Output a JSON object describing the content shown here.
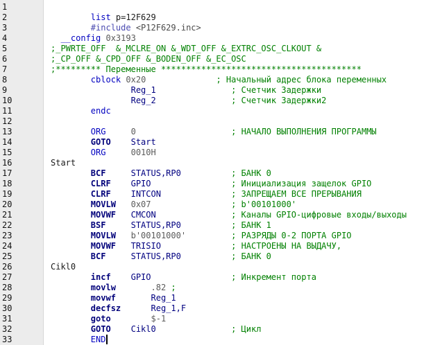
{
  "editor": {
    "language": "PIC assembler",
    "cursor_line": 33,
    "colors": {
      "keyword": "#0000c0",
      "keyword_bold": "#00007a",
      "directive": "#4a4ab0",
      "comment": "#008000",
      "number": "#5a5a5a",
      "string": "#4a4a4a",
      "text": "#1a1a1a",
      "gutter": "#ececec"
    },
    "lines": [
      {
        "n": "1",
        "t": []
      },
      {
        "n": "2",
        "t": [
          [
            "s",
            "        "
          ],
          [
            "kw",
            "list"
          ],
          [
            "s",
            " p=12F629"
          ]
        ]
      },
      {
        "n": "3",
        "t": [
          [
            "s",
            "        "
          ],
          [
            "dir",
            "#include"
          ],
          [
            "s",
            " "
          ],
          [
            "str",
            "<P12F629.inc>"
          ]
        ]
      },
      {
        "n": "4",
        "t": [
          [
            "s",
            "  "
          ],
          [
            "kw",
            "__config"
          ],
          [
            "s",
            " "
          ],
          [
            "num",
            "0x3193"
          ]
        ]
      },
      {
        "n": "5",
        "t": [
          [
            "com",
            ";_PWRTE_OFF  &_MCLRE_ON &_WDT_OFF &_EXTRC_OSC_CLKOUT &"
          ]
        ]
      },
      {
        "n": "6",
        "t": [
          [
            "com",
            ";_CP_OFF &_CPD_OFF &_BODEN_OFF &_EC_OSC"
          ]
        ]
      },
      {
        "n": "7",
        "t": [
          [
            "com",
            ";********* Переменные ****************************************"
          ]
        ]
      },
      {
        "n": "8",
        "t": [
          [
            "s",
            "        "
          ],
          [
            "kw",
            "cblock"
          ],
          [
            "s",
            " "
          ],
          [
            "num",
            "0x20"
          ],
          [
            "s",
            "              "
          ],
          [
            "com",
            "; Начальный адрес блока переменных"
          ]
        ]
      },
      {
        "n": "9",
        "t": [
          [
            "s",
            "                "
          ],
          [
            "ind",
            "Reg_1"
          ],
          [
            "s",
            "               "
          ],
          [
            "com",
            "; Счетчик Задержки"
          ]
        ]
      },
      {
        "n": "10",
        "t": [
          [
            "s",
            "                "
          ],
          [
            "ind",
            "Reg_2"
          ],
          [
            "s",
            "               "
          ],
          [
            "com",
            "; Счетчик Задержки2"
          ]
        ]
      },
      {
        "n": "11",
        "t": [
          [
            "s",
            "        "
          ],
          [
            "kw",
            "endc"
          ]
        ]
      },
      {
        "n": "12",
        "t": []
      },
      {
        "n": "13",
        "t": [
          [
            "s",
            "        "
          ],
          [
            "kw",
            "ORG"
          ],
          [
            "s",
            "     "
          ],
          [
            "num",
            "0"
          ],
          [
            "s",
            "                   "
          ],
          [
            "com",
            "; НАЧАЛО ВЫПОЛНЕНИЯ ПРОГРАММЫ"
          ]
        ]
      },
      {
        "n": "14",
        "t": [
          [
            "s",
            "        "
          ],
          [
            "kwb",
            "GOTO"
          ],
          [
            "s",
            "    "
          ],
          [
            "ind",
            "Start"
          ]
        ]
      },
      {
        "n": "15",
        "t": [
          [
            "s",
            "        "
          ],
          [
            "kw",
            "ORG"
          ],
          [
            "s",
            "     "
          ],
          [
            "num",
            "0010H"
          ]
        ]
      },
      {
        "n": "16",
        "t": [
          [
            "txt",
            "Start"
          ]
        ]
      },
      {
        "n": "17",
        "t": [
          [
            "s",
            "        "
          ],
          [
            "kwb",
            "BCF"
          ],
          [
            "s",
            "     "
          ],
          [
            "ind",
            "STATUS,RP0"
          ],
          [
            "s",
            "          "
          ],
          [
            "com",
            "; БАНК 0"
          ]
        ]
      },
      {
        "n": "18",
        "t": [
          [
            "s",
            "        "
          ],
          [
            "kwb",
            "CLRF"
          ],
          [
            "s",
            "    "
          ],
          [
            "ind",
            "GPIO"
          ],
          [
            "s",
            "                "
          ],
          [
            "com",
            "; Инициализация защелок GPIO"
          ]
        ]
      },
      {
        "n": "19",
        "t": [
          [
            "s",
            "        "
          ],
          [
            "kwb",
            "CLRF"
          ],
          [
            "s",
            "    "
          ],
          [
            "ind",
            "INTCON"
          ],
          [
            "s",
            "              "
          ],
          [
            "com",
            "; ЗАПРЕЩАЕМ ВСЕ ПРЕРЫВАНИЯ"
          ]
        ]
      },
      {
        "n": "20",
        "t": [
          [
            "s",
            "        "
          ],
          [
            "kwb",
            "MOVLW"
          ],
          [
            "s",
            "   "
          ],
          [
            "num",
            "0x07"
          ],
          [
            "s",
            "                "
          ],
          [
            "com",
            "; b'00101000'"
          ]
        ]
      },
      {
        "n": "21",
        "t": [
          [
            "s",
            "        "
          ],
          [
            "kwb",
            "MOVWF"
          ],
          [
            "s",
            "   "
          ],
          [
            "ind",
            "CMCON"
          ],
          [
            "s",
            "               "
          ],
          [
            "com",
            "; Каналы GPIO-цифровые входы/выходы"
          ]
        ]
      },
      {
        "n": "22",
        "t": [
          [
            "s",
            "        "
          ],
          [
            "kwb",
            "BSF"
          ],
          [
            "s",
            "     "
          ],
          [
            "ind",
            "STATUS,RP0"
          ],
          [
            "s",
            "          "
          ],
          [
            "com",
            "; БАНК 1"
          ]
        ]
      },
      {
        "n": "23",
        "t": [
          [
            "s",
            "        "
          ],
          [
            "kwb",
            "MOVLW"
          ],
          [
            "s",
            "   "
          ],
          [
            "num",
            "b'00101000'"
          ],
          [
            "s",
            "         "
          ],
          [
            "com",
            "; РАЗРЯДЫ 0-2 ПОРТА GPIO"
          ]
        ]
      },
      {
        "n": "24",
        "t": [
          [
            "s",
            "        "
          ],
          [
            "kwb",
            "MOVWF"
          ],
          [
            "s",
            "   "
          ],
          [
            "ind",
            "TRISIO"
          ],
          [
            "s",
            "              "
          ],
          [
            "com",
            "; НАСТРОЕНЫ НА ВЫДАЧУ,"
          ]
        ]
      },
      {
        "n": "25",
        "t": [
          [
            "s",
            "        "
          ],
          [
            "kwb",
            "BCF"
          ],
          [
            "s",
            "     "
          ],
          [
            "ind",
            "STATUS,RP0"
          ],
          [
            "s",
            "          "
          ],
          [
            "com",
            "; БАНК 0"
          ]
        ]
      },
      {
        "n": "26",
        "t": [
          [
            "txt",
            "Cikl0"
          ]
        ]
      },
      {
        "n": "27",
        "t": [
          [
            "s",
            "        "
          ],
          [
            "kwb",
            "incf"
          ],
          [
            "s",
            "    "
          ],
          [
            "ind",
            "GPIO"
          ],
          [
            "s",
            "                "
          ],
          [
            "com",
            "; Инкремент порта"
          ]
        ]
      },
      {
        "n": "28",
        "t": [
          [
            "s",
            "        "
          ],
          [
            "kwb",
            "movlw"
          ],
          [
            "s",
            "       "
          ],
          [
            "num",
            ".82"
          ],
          [
            "s",
            " "
          ],
          [
            "com",
            ";"
          ]
        ]
      },
      {
        "n": "29",
        "t": [
          [
            "s",
            "        "
          ],
          [
            "kwb",
            "movwf"
          ],
          [
            "s",
            "       "
          ],
          [
            "ind",
            "Reg_1"
          ]
        ]
      },
      {
        "n": "30",
        "t": [
          [
            "s",
            "        "
          ],
          [
            "kwb",
            "decfsz"
          ],
          [
            "s",
            "      "
          ],
          [
            "ind",
            "Reg_1,F"
          ]
        ]
      },
      {
        "n": "31",
        "t": [
          [
            "s",
            "        "
          ],
          [
            "kwb",
            "goto"
          ],
          [
            "s",
            "        "
          ],
          [
            "num",
            "$-1"
          ]
        ]
      },
      {
        "n": "32",
        "t": [
          [
            "s",
            "        "
          ],
          [
            "kwb",
            "GOTO"
          ],
          [
            "s",
            "    "
          ],
          [
            "ind",
            "Cikl0"
          ],
          [
            "s",
            "               "
          ],
          [
            "com",
            "; Цикл"
          ]
        ]
      },
      {
        "n": "33",
        "t": [
          [
            "s",
            "        "
          ],
          [
            "kw",
            "END"
          ]
        ]
      }
    ]
  }
}
